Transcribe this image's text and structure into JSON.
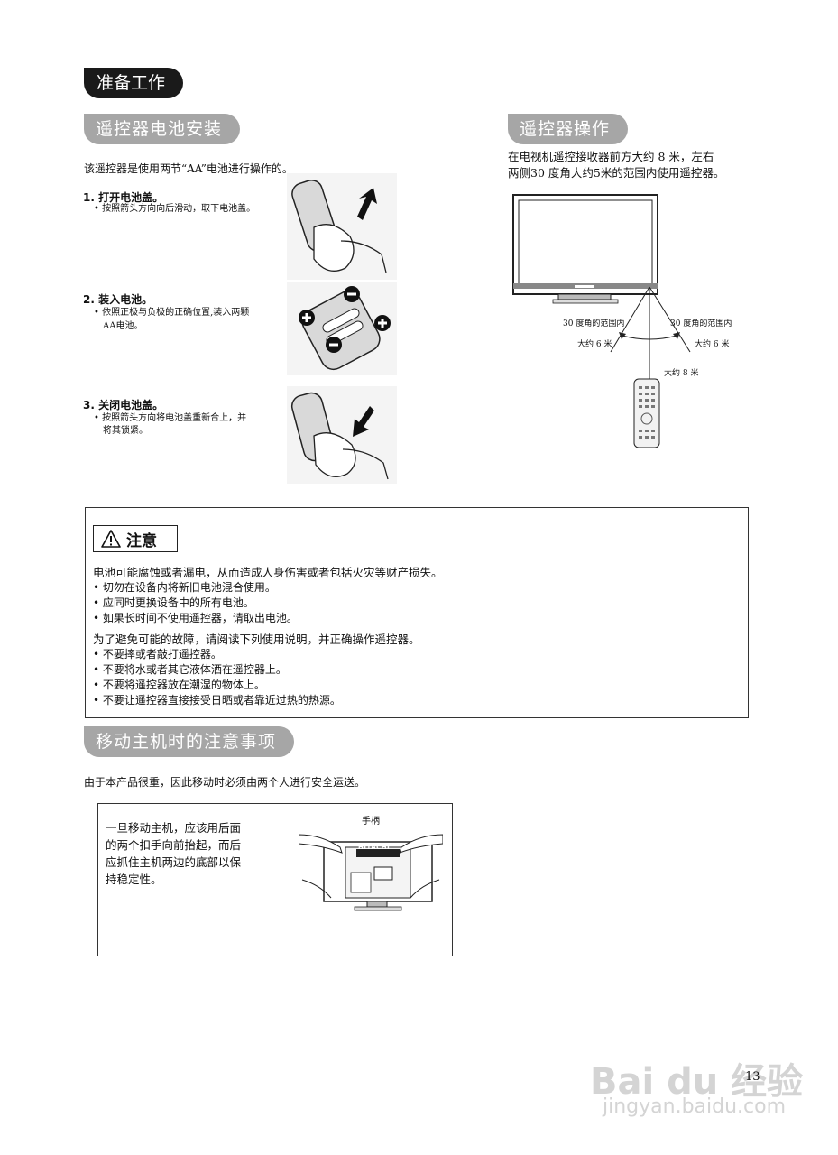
{
  "header": {
    "title": "准备工作"
  },
  "battery": {
    "heading": "遥控器电池安装",
    "intro": "该遥控器是使用两节“AA”电池进行操作的。",
    "steps": [
      {
        "title": "1. 打开电池盖。",
        "notes": [
          "• 按照箭头方向向后滑动，取下电池盖。"
        ]
      },
      {
        "title": "2. 装入电池。",
        "notes": [
          "• 依照正极与负极的正确位置,装入两颗",
          "AA电池。"
        ]
      },
      {
        "title": "3. 关闭电池盖。",
        "notes": [
          "• 按照箭头方向将电池盖重新合上，并",
          "将其锁紧。"
        ]
      }
    ]
  },
  "remote_op": {
    "heading": "遥控器操作",
    "text_lines": [
      "在电视机遥控接收器前方大约 8 米，左右",
      "两侧30 度角大约5米的范围内使用遥控器。"
    ],
    "labels": {
      "left_range": "30 度角的范围内",
      "right_range": "30 度角的范围内",
      "left_distance": "大约 6 米",
      "right_distance": "大约 6 米",
      "front_distance": "大约 8 米"
    }
  },
  "caution": {
    "label": "注意",
    "line1": "电池可能腐蚀或者漏电，从而造成人身伤害或者包括火灾等财产损失。",
    "bullets1": [
      "• 切勿在设备内将新旧电池混合使用。",
      "• 应同时更换设备中的所有电池。",
      "• 如果长时间不使用遥控器，请取出电池。"
    ],
    "line2": "为了避免可能的故障，请阅读下列使用说明，并正确操作遥控器。",
    "bullets2": [
      "• 不要摔或者敲打遥控器。",
      "• 不要将水或者其它液体洒在遥控器上。",
      "• 不要将遥控器放在潮湿的物体上。",
      "• 不要让遥控器直接接受日晒或者靠近过热的热源。"
    ]
  },
  "moving": {
    "heading": "移动主机时的注意事项",
    "intro": "由于本产品很重，因此移动时必须由两个人进行安全运送。",
    "instructions": [
      "一旦移动主机，应该用后面",
      "的两个扣手向前抬起，而后",
      "应抓住主机两边的底部以保",
      "持稳定性。"
    ],
    "handle_label": "手柄",
    "brand": "HITACHI"
  },
  "page_number": "13",
  "watermark": {
    "logo": "Bai du 经验",
    "url": "jingyan.baidu.com"
  }
}
